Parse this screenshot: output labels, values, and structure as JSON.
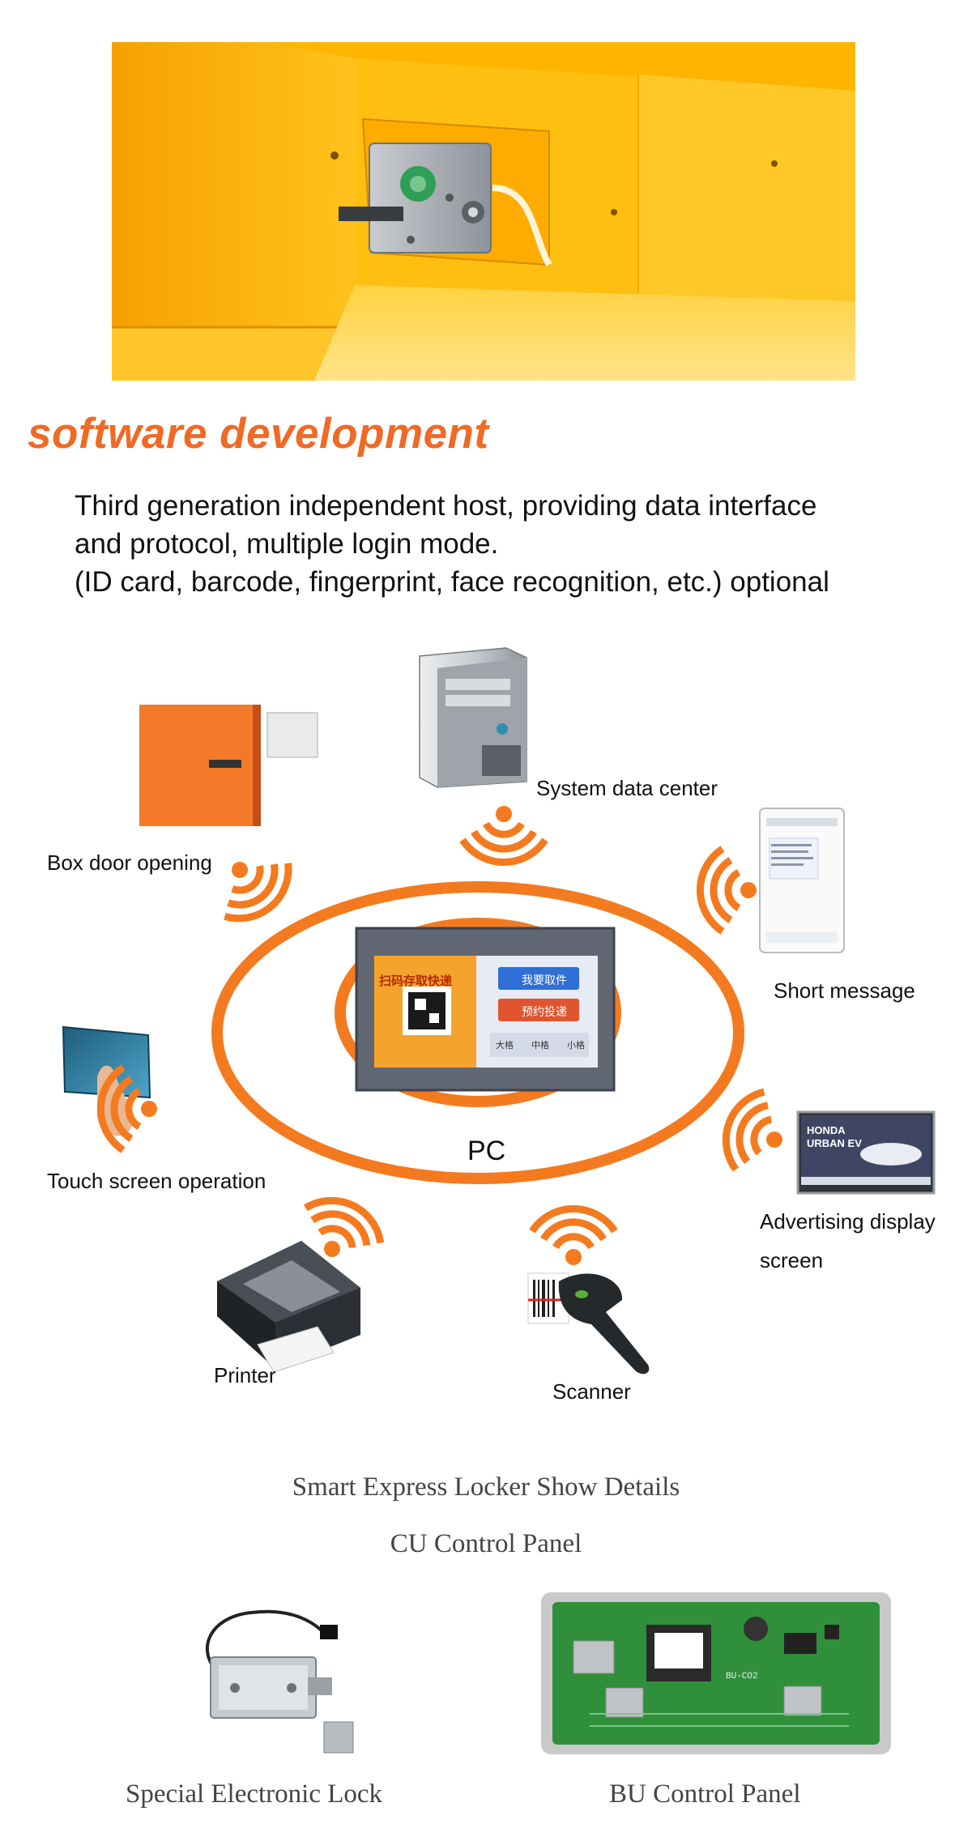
{
  "heading": "software development",
  "description": [
    "Third generation independent host, providing data interface",
    "and protocol, multiple login mode.",
    "(ID card, barcode, fingerprint, face recognition, etc.) optional"
  ],
  "diagram": {
    "center_label": "PC",
    "nodes": {
      "system_data_center": "System data center",
      "box_door_opening": "Box door opening",
      "short_message": "Short message",
      "touch_screen_operation": "Touch screen operation",
      "advertising_line1": "Advertising display",
      "advertising_line2": "screen",
      "printer": "Printer",
      "scanner": "Scanner"
    },
    "terminal_screen": {
      "left_title": "扫码存取快递",
      "button_pick": "我要取件",
      "button_send": "预约投递",
      "size_large": "大格",
      "size_medium": "中格",
      "size_small": "小格"
    },
    "ad_screen": {
      "line1": "HONDA",
      "line2": "URBAN EV"
    },
    "accent_color": "#f47a1f"
  },
  "details_title": "Smart Express Locker Show Details",
  "cu_title": "CU Control Panel",
  "lock_caption": "Special Electronic Lock",
  "bu_caption": "BU Control Panel",
  "board_text": "BU-CO2"
}
